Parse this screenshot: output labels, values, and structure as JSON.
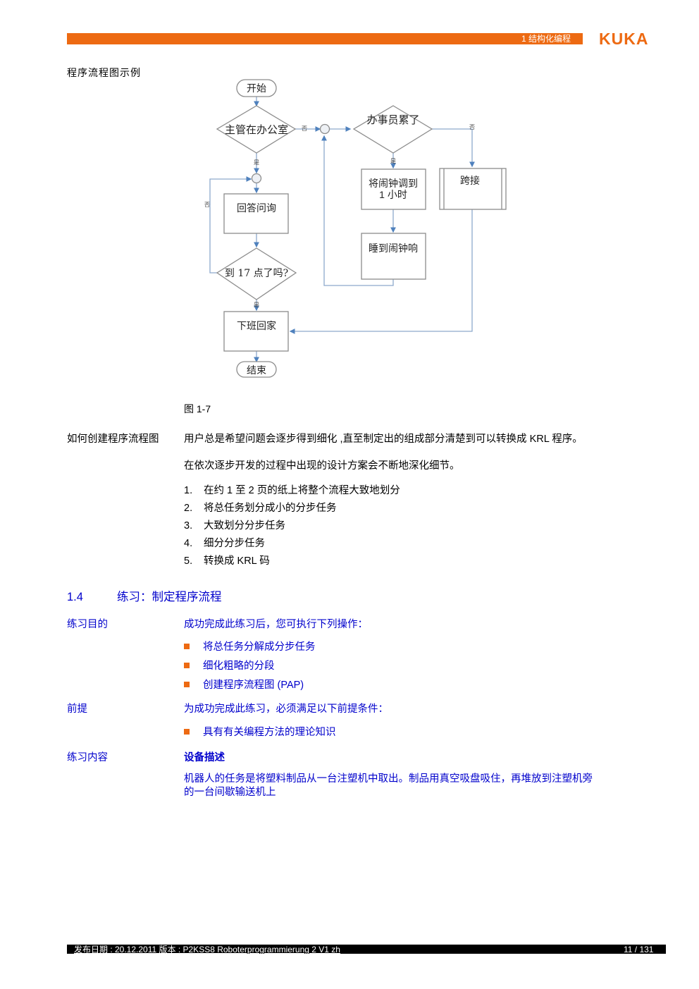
{
  "header": {
    "section": "1 结构化编程",
    "logo": "KUKA",
    "accent_color": "#ED6A12"
  },
  "figure": {
    "caption_above": "程序流程图示例",
    "label": "图 1-7",
    "nodes": {
      "start": "开始",
      "decision_boss": "主管在办公室",
      "decision_tired": "办事员累了",
      "answer": "回答问询",
      "alarm_set_l1": "将闹钟调到",
      "alarm_set_l2": "1 小时",
      "sleep": "睡到闹钟响",
      "decision_time": "到 17 点了吗?",
      "slack": "跨接",
      "go_home": "下班回家",
      "end": "结束"
    },
    "edge_labels": {
      "boss_no": "否",
      "boss_yes": "是",
      "tired_yes": "是",
      "tired_no": "否",
      "time_no": "否",
      "time_yes": "是"
    }
  },
  "how_to": {
    "label": "如何创建程序流程图",
    "para1": "用户总是希望问题会逐步得到细化 ,直至制定出的组成部分清楚到可以转换成 KRL 程序。",
    "para2": "在依次逐步开发的过程中出现的设计方案会不断地深化细节。",
    "steps": [
      {
        "num": "1.",
        "text": "在约 1 至 2 页的纸上将整个流程大致地划分"
      },
      {
        "num": "2.",
        "text": "将总任务划分成小的分步任务"
      },
      {
        "num": "3.",
        "text": "大致划分分步任务"
      },
      {
        "num": "4.",
        "text": "细分分步任务"
      },
      {
        "num": "5.",
        "text": "转换成 KRL 码"
      }
    ]
  },
  "exercise": {
    "number": "1.4",
    "title": "练习：制定程序流程",
    "goal": {
      "label": "练习目的",
      "intro": "成功完成此练习后，您可执行下列操作：",
      "items": [
        "将总任务分解成分步任务",
        "细化粗略的分段",
        "创建程序流程图 (PAP)"
      ]
    },
    "prereq": {
      "label": "前提",
      "intro": "为成功完成此练习，必须满足以下前提条件：",
      "items": [
        "具有有关编程方法的理论知识"
      ]
    },
    "content": {
      "label": "练习内容",
      "heading": "设备描述",
      "text": "机器人的任务是将塑料制品从一台注塑机中取出。制品用真空吸盘吸住，再堆放到注塑机旁的一台间歇输送机上"
    }
  },
  "footer": {
    "left": "发布日期 : 20.12.2011 版本 : P2KSS8 Roboterprogrammierung 2 V1 zh",
    "page": "11 / 131"
  }
}
